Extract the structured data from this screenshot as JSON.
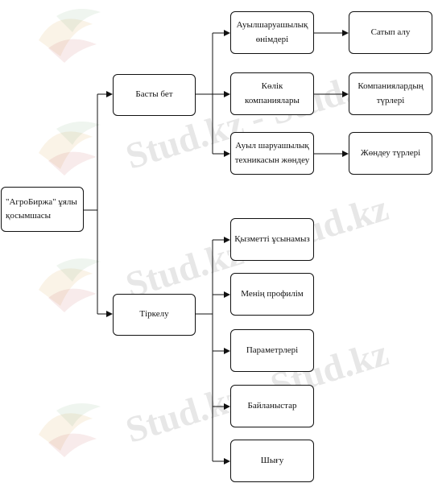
{
  "watermark": {
    "text": "Stud.kz - Stud.kz"
  },
  "nodes": {
    "root": "\"АгроБиржа\" ұялы\nқосымшасы",
    "home": "Басты бет",
    "register": "Тіркелу",
    "agri_products": "Ауылшаруашылық\nөнімдері",
    "transport": "Көлік\nкомпаниялары",
    "tech_repair": "Ауыл шаруашылық\nтехникасын жөндеу",
    "buy": "Сатып алу",
    "company_types": "Компаниялардың\nтүрлері",
    "repair_types": "Жөндеу түрлері",
    "offer_service": "Қызметті ұсынамыз",
    "my_profile": "Менің профилім",
    "parameters": "Параметрлері",
    "contacts": "Байланыстар",
    "exit": "Шығу"
  },
  "colors": {
    "border": "#111111",
    "line": "#111111",
    "watermark": "#c8c8c8"
  }
}
